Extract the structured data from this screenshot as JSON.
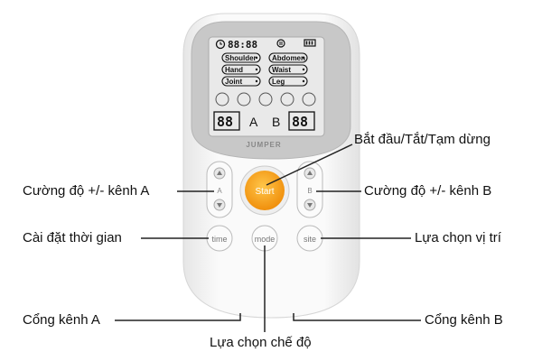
{
  "device": {
    "brand": "JUMPER",
    "lcd": {
      "timer": "88:88",
      "sites": [
        "Shoulder",
        "Abdomen",
        "Hand",
        "Waist",
        "Joint",
        "Leg"
      ],
      "channel_a_display": "88",
      "channel_b_display": "88",
      "channel_a_letter": "A",
      "channel_b_letter": "B"
    },
    "buttons": {
      "start": "Start",
      "rocker_a": "A",
      "rocker_b": "B",
      "time": "time",
      "mode": "mode",
      "site": "site"
    },
    "colors": {
      "start": "#f7a21b",
      "body": "#f6f6f6",
      "bezel": "#c9c9c9"
    }
  },
  "callouts": {
    "start": "Bắt đầu/Tắt/Tạm dừng",
    "intensity_a": "Cường độ +/- kênh A",
    "intensity_b": "Cường độ +/- kênh B",
    "time": "Cài đặt thời gian",
    "site": "Lựa chọn vị trí",
    "port_a": "Cổng kênh A",
    "port_b": "Cổng kênh B",
    "mode": "Lựa chọn chế độ"
  }
}
